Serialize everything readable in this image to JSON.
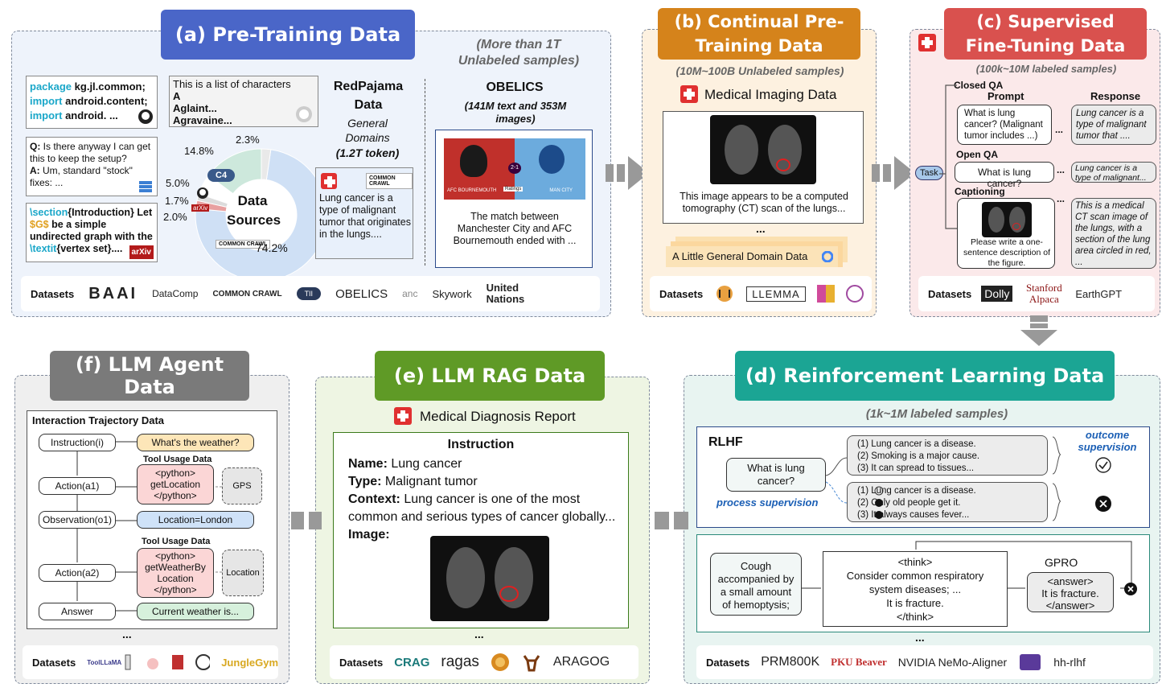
{
  "a": {
    "title": "(a) Pre-Training Data",
    "note": "(More than 1T Unlabeled samples)",
    "code_line1_kw": "package",
    "code_line1_rest": " kg.jl.common;",
    "code_line2_kw": "import",
    "code_line2_rest": " android.content;",
    "code_line3_kw": "import",
    "code_line3_rest": " android. ...",
    "list_title": "This is a list of characters",
    "list_a": "A",
    "list_b": "Aglaint...",
    "list_c": "Agravaine...",
    "qa_q": "Q:",
    "qa_q_text": " Is there anyway I can get this to keep the setup?",
    "qa_a": "A:",
    "qa_a_text": " Um, standard \"stock\" fixes: ...",
    "latex_1": "\\section",
    "latex_2": "{Introduction} Let ",
    "latex_3": "$G$",
    "latex_4": " be a simple undirected graph with the ",
    "latex_5": "\\textit",
    "latex_6": "{vertex set}....",
    "arxiv": "arXiv",
    "pie_center": "Data Sources",
    "c4": "C4",
    "redpajama_title": "RedPajama Data",
    "redpajama_sub": "General Domains",
    "redpajama_tokens": "(1.2T token)",
    "medical_text": "Lung cancer is a type of malignant tumor that originates in the lungs....",
    "common_crawl_small": "COMMON CRAWL",
    "obelics_title": "OBELICS",
    "obelics_sub": "(141M text and 353M images)",
    "match_text": "The match between Manchester City and AFC Bournemouth ended with  ...",
    "club_left": "AFC BOURNEMOUTH",
    "club_right": "MAN CITY",
    "score": "2-1",
    "ratings": "Ratings",
    "datasets_label": "Datasets",
    "datasets": [
      "BAAI",
      "DataComp",
      "COMMON CRAWL",
      "TII",
      "OBELICS",
      "anc",
      "Skywork",
      "United Nations"
    ]
  },
  "pie": [
    {
      "label": "74.2%",
      "value": 74.2,
      "color": "#cfe0f5"
    },
    {
      "label": "2.0%",
      "value": 2.0,
      "color": "#e8a0a0"
    },
    {
      "label": "1.7%",
      "value": 1.7,
      "color": "#dcdcdc"
    },
    {
      "label": "5.0%",
      "value": 5.0,
      "color": "#ffffff"
    },
    {
      "label": "14.8%",
      "value": 14.8,
      "color": "#cde8dc"
    },
    {
      "label": "2.3%",
      "value": 2.3,
      "color": "#e9e9e9"
    }
  ],
  "b": {
    "title": "(b) Continual Pre-Training Data",
    "note": "(10M~100B Unlabeled samples)",
    "section": "Medical Imaging Data",
    "caption": "This image appears to be a computed tomography (CT) scan of the lungs...",
    "dots": "...",
    "general": "A Little General Domain Data",
    "datasets_label": "Datasets",
    "datasets": [
      "LLEMMA"
    ]
  },
  "c": {
    "title": "(c) Supervised Fine-Tuning Data",
    "note": "(100k~10M labeled samples)",
    "closed_qa": "Closed QA",
    "prompt": "Prompt",
    "response": "Response",
    "closed_prompt": "What is lung cancer? (Malignant tumor includes ...)",
    "closed_resp": "Lung cancer is a type of malignant tumor that ....",
    "open_qa": "Open QA",
    "open_prompt": "What is lung cancer?",
    "open_resp": "Lung cancer is a type of malignant...",
    "task": "Task",
    "captioning": "Captioning",
    "cap_prompt": "Please write a one-sentence description of the figure.",
    "cap_resp": "This is a medical CT scan image of the lungs, with a section of the lung area circled in red, ...",
    "ellipsis": "...",
    "datasets_label": "Datasets",
    "datasets": [
      "Dolly",
      "Stanford Alpaca",
      "EarthGPT"
    ]
  },
  "d": {
    "title": "(d) Reinforcement Learning Data",
    "note": "(1k~1M labeled samples)",
    "rlhf": "RLHF",
    "question": "What is lung cancer?",
    "out1": "(1)    Lung cancer is a disease.",
    "out2": "(2)    Smoking is a major cause.",
    "out3": "(3)    It can spread to tissues...",
    "proc1": "(1)     Lung cancer is a disease.",
    "proc2": "(2)     Only old people get it.",
    "proc3": "(3)     It always causes fever...",
    "outcome_sup": "outcome supervision",
    "process_sup": "process supervision",
    "cough": "Cough accompanied by a small amount of hemoptysis;",
    "think_open": "<think>",
    "think_1": "Consider common respiratory",
    "think_2": "system diseases; ...",
    "think_3": "It is fracture.",
    "think_close": "</think>",
    "gpro": "GPRO",
    "ans_open": "<answer>",
    "ans_text": "It is fracture.",
    "ans_close": "</answer>",
    "dots": "...",
    "datasets_label": "Datasets",
    "datasets": [
      "PRM800K",
      "PKU Beaver",
      "NVIDIA NeMo-Aligner",
      "hh-rlhf"
    ]
  },
  "e": {
    "title": "(e) LLM RAG Data",
    "section": "Medical Diagnosis Report",
    "instruction": "Instruction",
    "name_k": "Name:",
    "name_v": " Lung cancer",
    "type_k": "Type:",
    "type_v": " Malignant tumor",
    "context_k": "Context:",
    "context_v": " Lung cancer is one of the most common and serious types of cancer globally...",
    "image_k": "Image:",
    "dots": "...",
    "datasets_label": "Datasets",
    "datasets": [
      "CRAG",
      "ragas",
      "ARAGOG"
    ]
  },
  "f": {
    "title": "(f) LLM Agent Data",
    "section": "Interaction Trajectory Data",
    "instruction": "Instruction(i)",
    "weather_q": "What's the weather?",
    "tool1_label": "Tool Usage Data",
    "tool1_code_1": "<python>",
    "tool1_code_2": "getLocation",
    "tool1_code_3": "</python>",
    "gps": "GPS",
    "action1": "Action(a1)",
    "observation": "Observation(o1)",
    "location_london": "Location=London",
    "tool2_label": "Tool Usage Data",
    "tool2_code_1": "<python>",
    "tool2_code_2": "getWeatherBy",
    "tool2_code_3": "Location",
    "tool2_code_4": "</python>",
    "location": "Location",
    "action2": "Action(a2)",
    "answer": "Answer",
    "current_weather": "Current weather is...",
    "dots": "...",
    "datasets_label": "Datasets",
    "datasets": [
      "ToolLLaMA",
      "JungleGym"
    ]
  }
}
